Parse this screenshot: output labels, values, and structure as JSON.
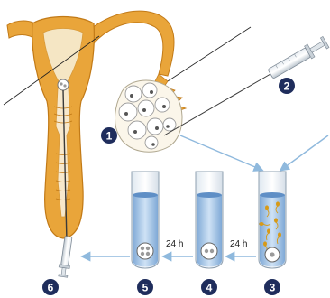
{
  "steps": [
    {
      "label": "1"
    },
    {
      "label": "2"
    },
    {
      "label": "3"
    },
    {
      "label": "4"
    },
    {
      "label": "5"
    },
    {
      "label": "6"
    }
  ],
  "intervals": [
    {
      "label": "24 h"
    },
    {
      "label": "24 h"
    }
  ],
  "colors": {
    "uterus": "#e9a53a",
    "uterus_dark": "#c27a17",
    "uterus_inner": "#f5e6c4",
    "step_badge": "#1f2d5c",
    "arrow": "#8fb9dd",
    "tube_liquid": "#a9c9ec",
    "tube_liquid_dark": "#5f8fc6",
    "sperm": "#d79a18"
  }
}
